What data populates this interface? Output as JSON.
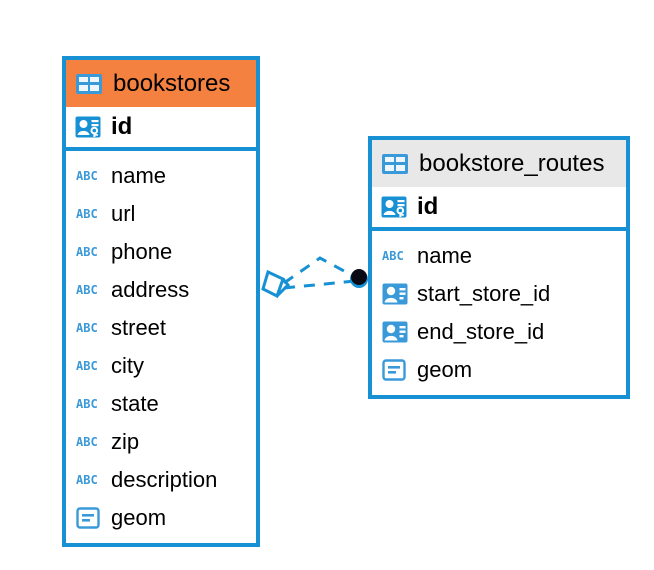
{
  "diagram": {
    "type": "entity-relationship-diagram",
    "colors": {
      "border": "#1891d4",
      "accent_header": "#f4813f",
      "plain_header": "#e8e8e8",
      "icon_blue": "#3a9ad9",
      "icon_blue_dark": "#1891d4",
      "connector": "#1891d4",
      "endpoint_fill": "#0a0a14",
      "text": "#000000",
      "background": "#ffffff"
    },
    "entities": [
      {
        "name": "bookstores",
        "header_style": "accent",
        "header_icon": "table-icon",
        "primary_key": {
          "label": "id",
          "icon": "primary-key-icon"
        },
        "fields": [
          {
            "label": "name",
            "icon": "text-type-icon"
          },
          {
            "label": "url",
            "icon": "text-type-icon"
          },
          {
            "label": "phone",
            "icon": "text-type-icon"
          },
          {
            "label": "address",
            "icon": "text-type-icon"
          },
          {
            "label": "street",
            "icon": "text-type-icon"
          },
          {
            "label": "city",
            "icon": "text-type-icon"
          },
          {
            "label": "state",
            "icon": "text-type-icon"
          },
          {
            "label": "zip",
            "icon": "text-type-icon"
          },
          {
            "label": "description",
            "icon": "text-type-icon"
          },
          {
            "label": "geom",
            "icon": "geometry-type-icon"
          }
        ]
      },
      {
        "name": "bookstore_routes",
        "header_style": "plain",
        "header_icon": "table-icon",
        "primary_key": {
          "label": "id",
          "icon": "primary-key-icon"
        },
        "fields": [
          {
            "label": "name",
            "icon": "text-type-icon"
          },
          {
            "label": "start_store_id",
            "icon": "foreign-key-icon"
          },
          {
            "label": "end_store_id",
            "icon": "foreign-key-icon"
          },
          {
            "label": "geom",
            "icon": "geometry-type-icon"
          }
        ]
      }
    ],
    "relationship": {
      "from_entity": "bookstores",
      "to_entity": "bookstore_routes",
      "source_marker": "crows-foot-diamond",
      "target_marker": "filled-circle",
      "line_style": "dashed"
    }
  }
}
